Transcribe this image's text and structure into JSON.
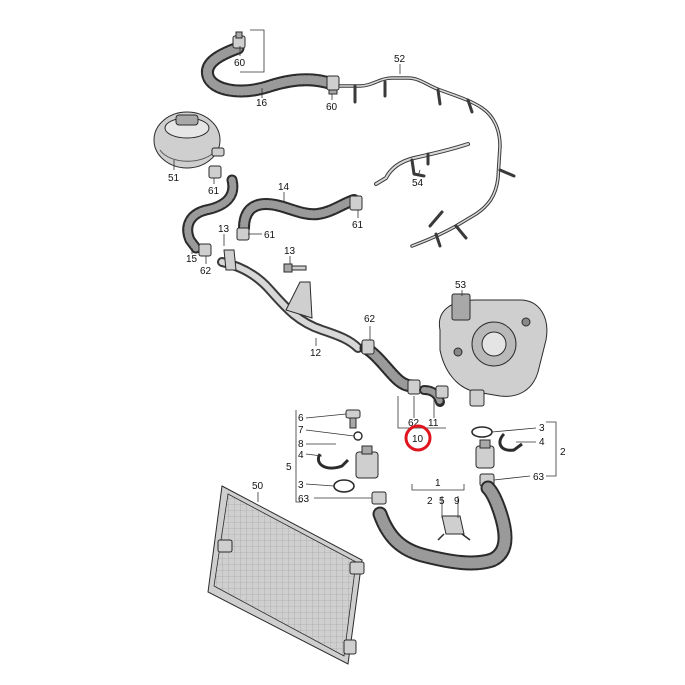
{
  "callouts": [
    {
      "id": "c60a",
      "text": "60"
    },
    {
      "id": "c16",
      "text": "16"
    },
    {
      "id": "c60b",
      "text": "60"
    },
    {
      "id": "c52",
      "text": "52"
    },
    {
      "id": "c51",
      "text": "51"
    },
    {
      "id": "c61a",
      "text": "61"
    },
    {
      "id": "c14",
      "text": "14"
    },
    {
      "id": "c54",
      "text": "54"
    },
    {
      "id": "c61b",
      "text": "61"
    },
    {
      "id": "c13a",
      "text": "13"
    },
    {
      "id": "c61c",
      "text": "61"
    },
    {
      "id": "c15",
      "text": "15"
    },
    {
      "id": "c62a",
      "text": "62"
    },
    {
      "id": "c13b",
      "text": "13"
    },
    {
      "id": "c53",
      "text": "53"
    },
    {
      "id": "c62b",
      "text": "62"
    },
    {
      "id": "c12",
      "text": "12"
    },
    {
      "id": "c62c",
      "text": "62"
    },
    {
      "id": "c11",
      "text": "11"
    },
    {
      "id": "c10",
      "text": "10"
    },
    {
      "id": "c6",
      "text": "6"
    },
    {
      "id": "c7",
      "text": "7"
    },
    {
      "id": "c8",
      "text": "8"
    },
    {
      "id": "c5a",
      "text": "5"
    },
    {
      "id": "c4a",
      "text": "4"
    },
    {
      "id": "c3a",
      "text": "3"
    },
    {
      "id": "c63a",
      "text": "63"
    },
    {
      "id": "c3b",
      "text": "3"
    },
    {
      "id": "c4b",
      "text": "4"
    },
    {
      "id": "c2a",
      "text": "2"
    },
    {
      "id": "c63b",
      "text": "63"
    },
    {
      "id": "c1",
      "text": "1"
    },
    {
      "id": "c2b",
      "text": "2"
    },
    {
      "id": "c5b",
      "text": "5"
    },
    {
      "id": "c9",
      "text": "9"
    },
    {
      "id": "c50",
      "text": "50"
    }
  ],
  "highlight_color": "#e0141e"
}
